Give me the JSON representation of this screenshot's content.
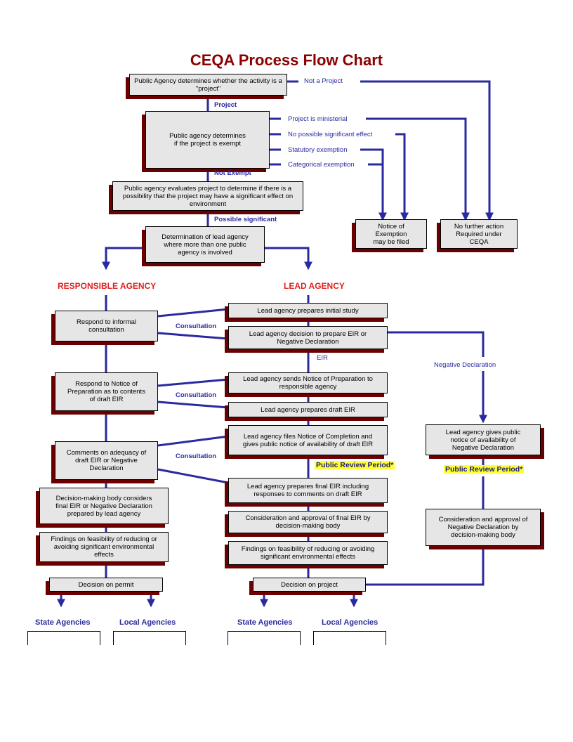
{
  "title": "CEQA Process Flow Chart",
  "colors": {
    "line": "#2a2aa0",
    "shadow": "#6b0000",
    "box": "#e6e6e6",
    "title": "#8b0000",
    "heading": "#e02020",
    "highlight": "#ffff33"
  },
  "boxes": {
    "public_agency_project": "Public Agency determines whether the activity is a \"project\"",
    "exempt": "Public agency determines\nif the project is exempt",
    "evaluates": "Public agency evaluates project to determine if there is a possibility that the project may have a significant effect on environment",
    "lead_determination": "Determination of lead agency\nwhere more than one public\nagency is involved",
    "notice_exemption": "Notice of\nExemption\nmay be filed",
    "no_further_action": "No further action\nRequired under\nCEQA",
    "respond_informal": "Respond to informal\nconsultation",
    "respond_nop": "Respond to Notice of\nPreparation as to contents\nof draft EIR",
    "comments_adequacy": "Comments on adequacy of\ndraft EIR or Negative\nDeclaration",
    "decision_body": "Decision-making body considers\nfinal EIR or Negative Declaration\nprepared by lead agency",
    "findings_resp": "Findings on feasibility of reducing or\navoiding significant environmental\neffects",
    "decision_permit": "Decision on permit",
    "initial_study": "Lead agency prepares initial study",
    "decision_prepare": "Lead agency decision to prepare EIR or\nNegative Declaration",
    "sends_nop": "Lead agency sends Notice of Preparation to\nresponsible agency",
    "draft_eir": "Lead agency prepares draft EIR",
    "notice_completion": "Lead agency files Notice of Completion and\ngives public notice of availability of draft EIR",
    "final_eir": "Lead agency prepares final EIR including\nresponses to comments on draft EIR",
    "consideration_final": "Consideration and approval of final EIR by\ndecision-making body",
    "findings_lead": "Findings on feasibility of reducing or avoiding\nsignificant environmental effects",
    "decision_project": "Decision on project",
    "gives_notice_nd": "Lead agency gives public\nnotice of availability of\nNegative Declaration",
    "consideration_nd": "Consideration and approval of\nNegative Declaration by\ndecision-making body"
  },
  "labels": {
    "not_a_project": "Not a Project",
    "project": "Project",
    "ministerial": "Project is ministerial",
    "no_significant": "No possible significant effect",
    "statutory": "Statutory exemption",
    "categorical": "Categorical exemption",
    "not_exempt": "Not Exempt",
    "possible_significant": "Possible significant",
    "consultation_1": "Consultation",
    "consultation_2": "Consultation",
    "consultation_3": "Consultation",
    "eir": "EIR",
    "negative_declaration": "Negative Declaration",
    "review_period_lead": "Public Review Period*",
    "review_period_nd": "Public Review Period*"
  },
  "headings": {
    "responsible": "RESPONSIBLE AGENCY",
    "lead": "LEAD AGENCY"
  },
  "agencies": {
    "state_1": "State Agencies",
    "local_1": "Local Agencies",
    "state_2": "State Agencies",
    "local_2": "Local Agencies"
  }
}
